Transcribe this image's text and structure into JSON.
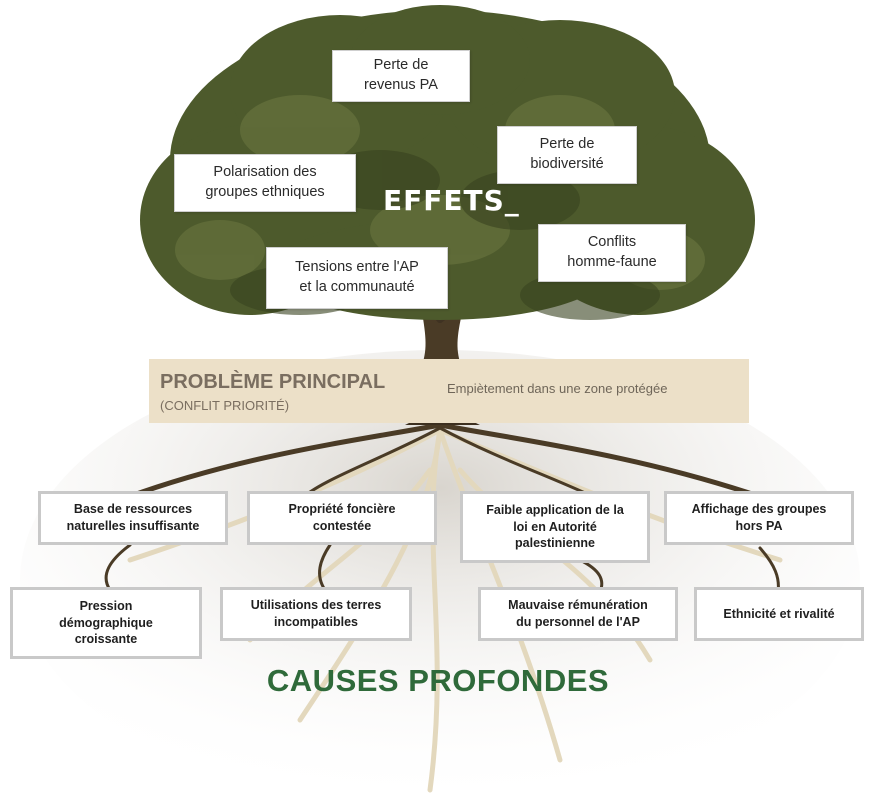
{
  "effects": {
    "title": "EFFETS_",
    "items": [
      "Perte de\nrevenus PA",
      "Perte de\nbiodiversité",
      "Polarisation des\ngroupes ethniques",
      "Conflits\nhomme-faune",
      "Tensions entre l'AP\net la communauté"
    ]
  },
  "main_problem": {
    "title": "PROBLÈME PRINCIPAL",
    "subtitle": "(CONFLIT PRIORITÉ)",
    "description": "Empiètement dans une zone protégée"
  },
  "causes": {
    "title": "CAUSES PROFONDES",
    "upper": [
      "Base de ressources\nnaturelles insuffisante",
      "Propriété foncière\ncontestée",
      "Faible application de la\nloi en Autorité\npalestinienne",
      "Affichage des groupes\nhors PA"
    ],
    "lower": [
      "Pression\ndémographique\ncroissante",
      "Utilisations des terres\nincompatibles",
      "Mauvaise rémunération\ndu personnel de l'AP",
      "Ethnicité et rivalité"
    ]
  },
  "colors": {
    "foliage": "#4d5a2c",
    "trunk": "#4a3b26",
    "band": "#ece0c8",
    "causes_title": "#2f6a3a",
    "roots_light": "#e3d8bd"
  }
}
